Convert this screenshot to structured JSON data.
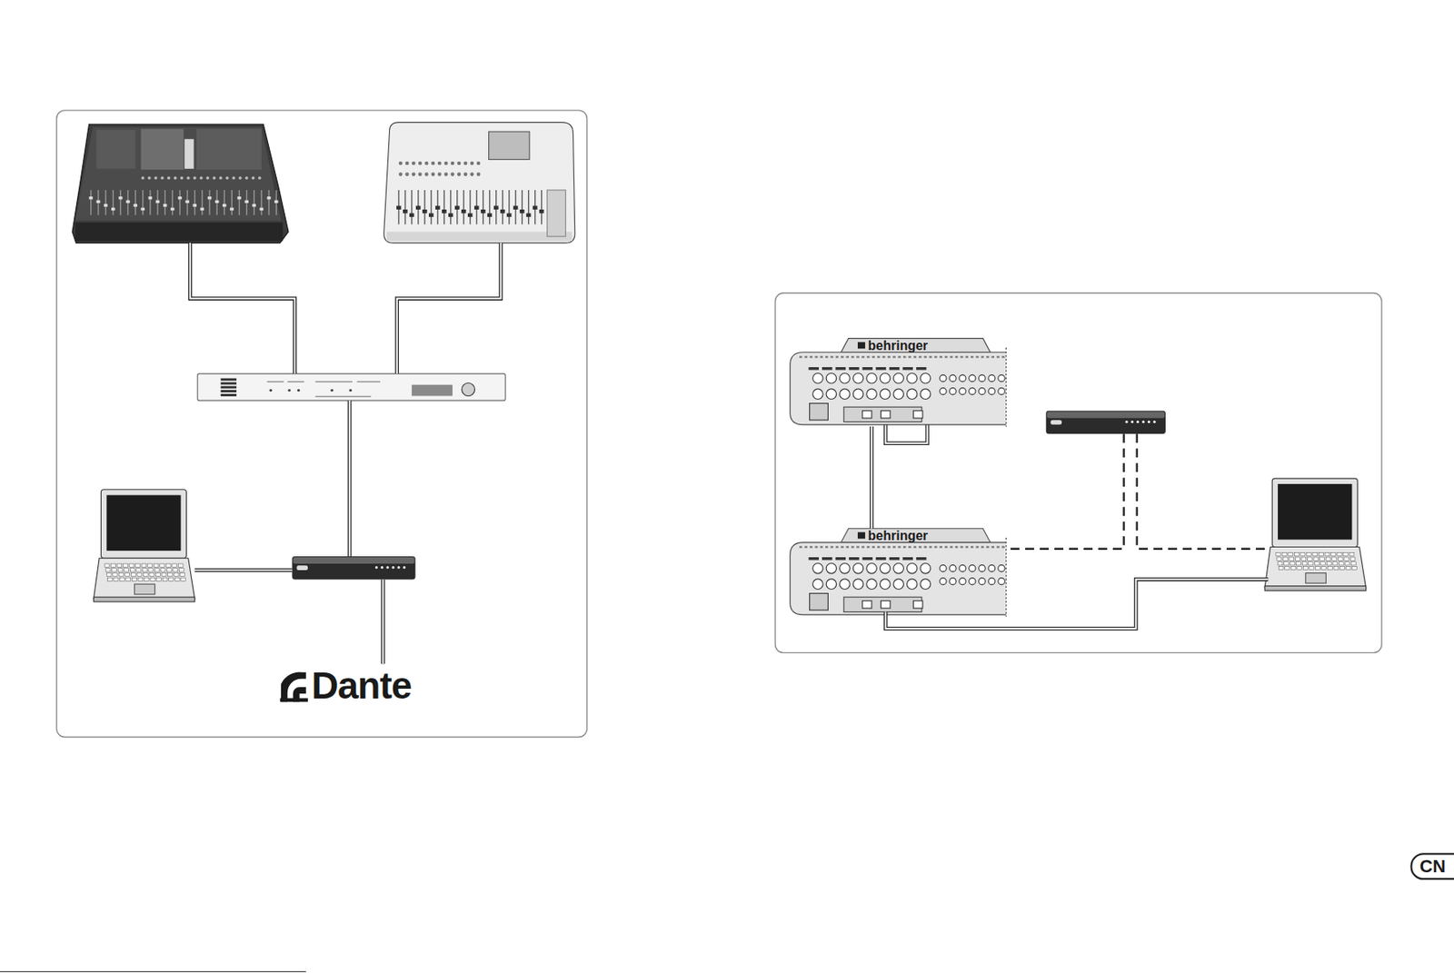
{
  "diagram": {
    "nodes": [
      {
        "text": []
      },
      {
        "text": []
      },
      {
        "text": []
      },
      {
        "text": []
      },
      {
        "text": []
      },
      {
        "text": [
          "Dante"
        ]
      },
      {
        "text": [
          "behringer"
        ]
      },
      {
        "text": [
          "behringer"
        ]
      },
      {
        "text": []
      },
      {
        "text": []
      }
    ],
    "edges": [
      {
        "from": 0,
        "to": 2,
        "arrow": "none"
      },
      {
        "from": 1,
        "to": 2,
        "arrow": "none"
      },
      {
        "from": 2,
        "to": 4,
        "arrow": "none"
      },
      {
        "from": 3,
        "to": 4,
        "arrow": "none"
      },
      {
        "from": 4,
        "to": 5,
        "arrow": "none"
      },
      {
        "from": 6,
        "to": 7,
        "arrow": "none"
      },
      {
        "from": 8,
        "to": 7,
        "arrow": "none"
      },
      {
        "from": 8,
        "to": 9,
        "arrow": "none"
      },
      {
        "from": 7,
        "to": 9,
        "arrow": "none"
      }
    ],
    "labels": [
      "CN"
    ]
  }
}
